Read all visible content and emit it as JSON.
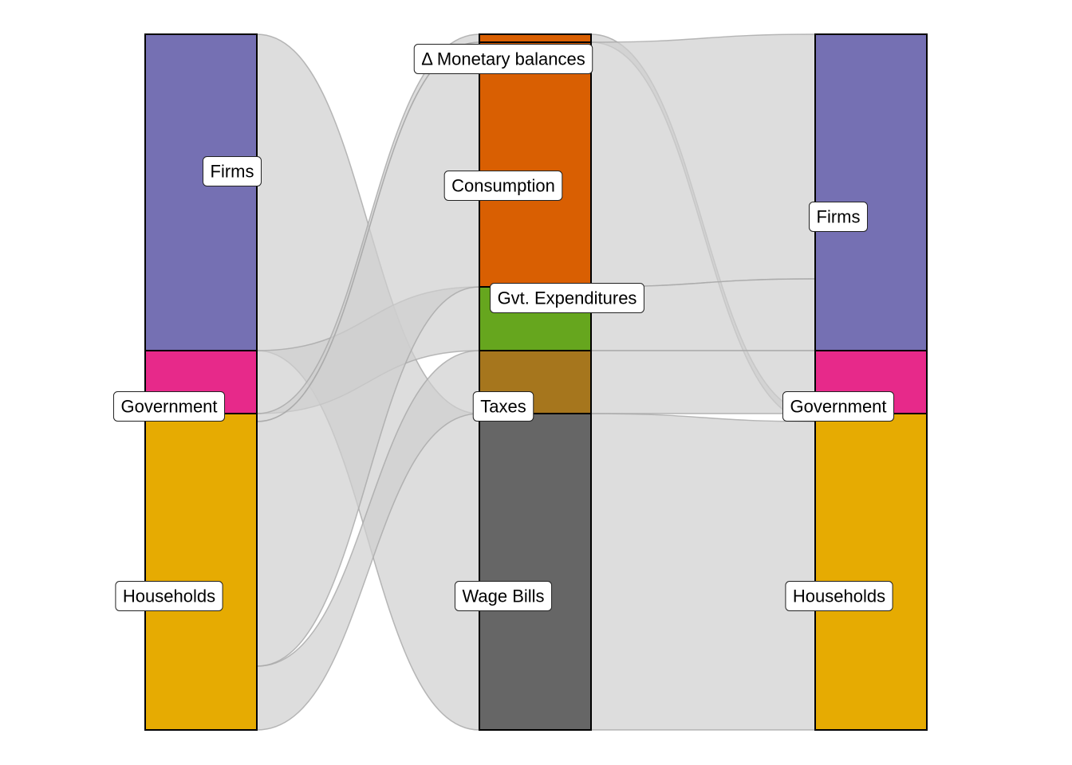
{
  "diagram": {
    "type": "alluvial",
    "axes": [
      {
        "name": "from",
        "strata": [
          {
            "label": "Firms",
            "color": "#7570B3"
          },
          {
            "label": "Government",
            "color": "#E7298A"
          },
          {
            "label": "Households",
            "color": "#E6AB02"
          }
        ]
      },
      {
        "name": "flow",
        "strata": [
          {
            "label": "Δ Monetary balances",
            "color": "#D95F02"
          },
          {
            "label": "Consumption",
            "color": "#D95F02"
          },
          {
            "label": "Gvt. Expenditures",
            "color": "#66A61E"
          },
          {
            "label": "Taxes",
            "color": "#A6761D"
          },
          {
            "label": "Wage Bills",
            "color": "#666666"
          }
        ]
      },
      {
        "name": "to",
        "strata": [
          {
            "label": "Firms",
            "color": "#7570B3"
          },
          {
            "label": "Government",
            "color": "#E7298A"
          },
          {
            "label": "Households",
            "color": "#E6AB02"
          }
        ]
      }
    ],
    "flow_color": "#D9D9D9"
  }
}
